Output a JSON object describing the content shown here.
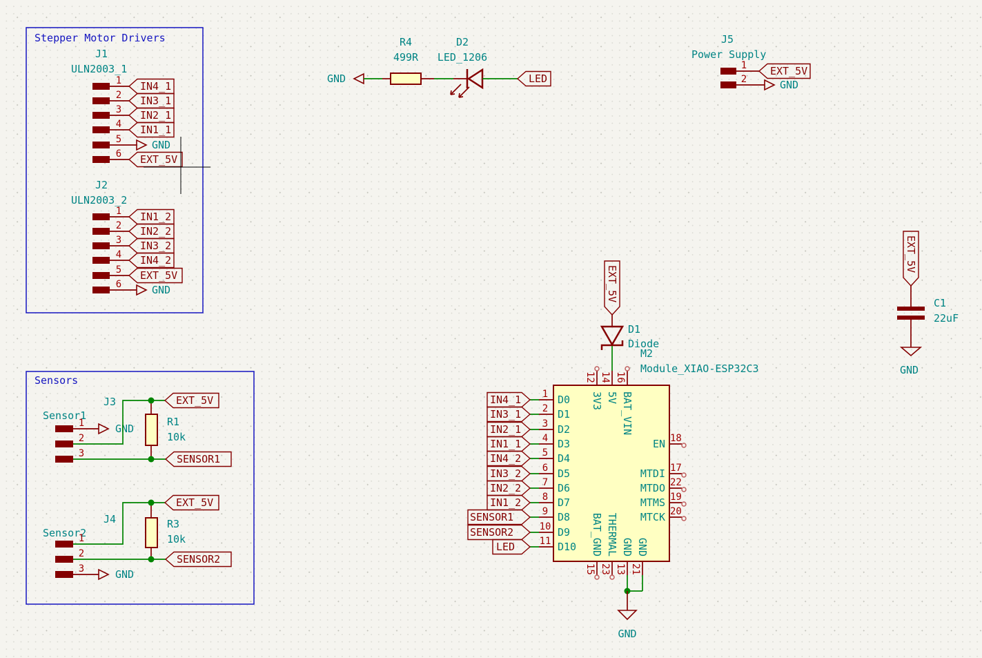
{
  "colors": {
    "background": "#F5F4EF",
    "wire_green": "#008400",
    "symbol_maroon": "#840000",
    "pin_number_red": "#A00000",
    "text_teal": "#008484",
    "note_blue": "#1515C0",
    "component_fill": "#FFFFC2"
  },
  "notes": {
    "stepper_title": "Stepper Motor Drivers",
    "sensors_title": "Sensors"
  },
  "j1": {
    "ref": "J1",
    "value": "ULN2003_1",
    "pins": [
      {
        "num": "1",
        "label": "IN4_1"
      },
      {
        "num": "2",
        "label": "IN3_1"
      },
      {
        "num": "3",
        "label": "IN2_1"
      },
      {
        "num": "4",
        "label": "IN1_1"
      },
      {
        "num": "5",
        "label": "GND"
      },
      {
        "num": "6",
        "label": "EXT_5V"
      }
    ]
  },
  "j2": {
    "ref": "J2",
    "value": "ULN2003_2",
    "pins": [
      {
        "num": "1",
        "label": "IN1_2"
      },
      {
        "num": "2",
        "label": "IN2_2"
      },
      {
        "num": "3",
        "label": "IN3_2"
      },
      {
        "num": "4",
        "label": "IN4_2"
      },
      {
        "num": "5",
        "label": "EXT_5V"
      },
      {
        "num": "6",
        "label": "GND"
      }
    ]
  },
  "led_net": {
    "gnd_label": "GND",
    "r4_ref": "R4",
    "r4_value": "499R",
    "d2_ref": "D2",
    "d2_value": "LED_1206",
    "led_label": "LED"
  },
  "j5": {
    "ref": "J5",
    "value": "Power Supply",
    "pins": [
      {
        "num": "1",
        "label": "EXT_5V"
      },
      {
        "num": "2",
        "label": "GND"
      }
    ]
  },
  "c1": {
    "ref": "C1",
    "value": "22uF",
    "top_label": "EXT_5V",
    "gnd_label": "GND"
  },
  "s1": {
    "ref": "J3",
    "value": "Sensor1",
    "pins": [
      "1",
      "2",
      "3"
    ],
    "gnd_label": "GND",
    "pwr_label": "EXT_5V",
    "signal_label": "SENSOR1",
    "r_ref": "R1",
    "r_value": "10k"
  },
  "s2": {
    "ref": "J4",
    "value": "Sensor2",
    "pins": [
      "1",
      "2",
      "3"
    ],
    "gnd_label": "GND",
    "pwr_label": "EXT_5V",
    "signal_label": "SENSOR2",
    "r_ref": "R3",
    "r_value": "10k"
  },
  "d1": {
    "ref": "D1",
    "value": "Diode",
    "pwr_label": "EXT_5V"
  },
  "m2": {
    "ref": "M2",
    "value": "Module_XIAO-ESP32C3",
    "gnd_label": "GND",
    "left": [
      {
        "num": "1",
        "name": "D0",
        "label": "IN4_1"
      },
      {
        "num": "2",
        "name": "D1",
        "label": "IN3_1"
      },
      {
        "num": "3",
        "name": "D2",
        "label": "IN2_1"
      },
      {
        "num": "4",
        "name": "D3",
        "label": "IN1_1"
      },
      {
        "num": "5",
        "name": "D4",
        "label": "IN4_2"
      },
      {
        "num": "6",
        "name": "D5",
        "label": "IN3_2"
      },
      {
        "num": "7",
        "name": "D6",
        "label": "IN2_2"
      },
      {
        "num": "8",
        "name": "D7",
        "label": "IN1_2"
      },
      {
        "num": "9",
        "name": "D8",
        "label": "SENSOR1"
      },
      {
        "num": "10",
        "name": "D9",
        "label": "SENSOR2"
      },
      {
        "num": "11",
        "name": "D10",
        "label": "LED"
      }
    ],
    "right": [
      {
        "num": "18",
        "name": "EN"
      },
      {
        "num": "17",
        "name": "MTDI"
      },
      {
        "num": "22",
        "name": "MTDO"
      },
      {
        "num": "19",
        "name": "MTMS"
      },
      {
        "num": "20",
        "name": "MTCK"
      }
    ],
    "top": [
      {
        "num": "12",
        "name": "3V3"
      },
      {
        "num": "14",
        "name": "5V"
      },
      {
        "num": "16",
        "name": "BAT_VIN"
      }
    ],
    "bottom": [
      {
        "num": "15",
        "name": "BAT_GND"
      },
      {
        "num": "23",
        "name": "THERMAL"
      },
      {
        "num": "13",
        "name": "GND"
      },
      {
        "num": "21",
        "name": "GND"
      }
    ]
  }
}
